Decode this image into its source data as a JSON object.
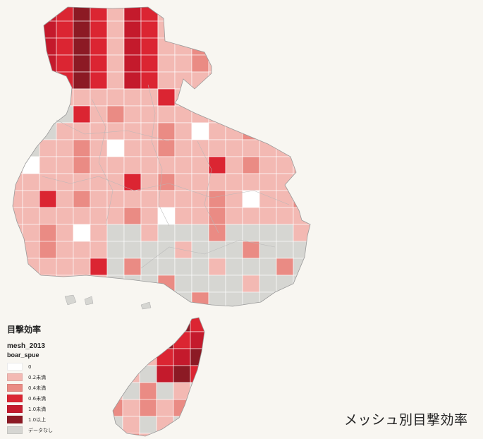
{
  "legend": {
    "title": "目撃効率",
    "layer": "mesh_2013",
    "field": "boar_spue",
    "classes": [
      {
        "label": "0",
        "color": "#ffffff"
      },
      {
        "label": "0.2未満",
        "color": "#f3b9b3"
      },
      {
        "label": "0.4未満",
        "color": "#ea8b84"
      },
      {
        "label": "0.6未満",
        "color": "#db2532"
      },
      {
        "label": "1.0未満",
        "color": "#c41a2c"
      },
      {
        "label": "1.0以上",
        "color": "#8c1a24"
      },
      {
        "label": "データなし",
        "color": "#d6d6d2"
      }
    ]
  },
  "caption": "メッシュ別目撃効率",
  "colors": {
    "background": "#f8f6f1",
    "boundary": "#b8b8b8"
  }
}
